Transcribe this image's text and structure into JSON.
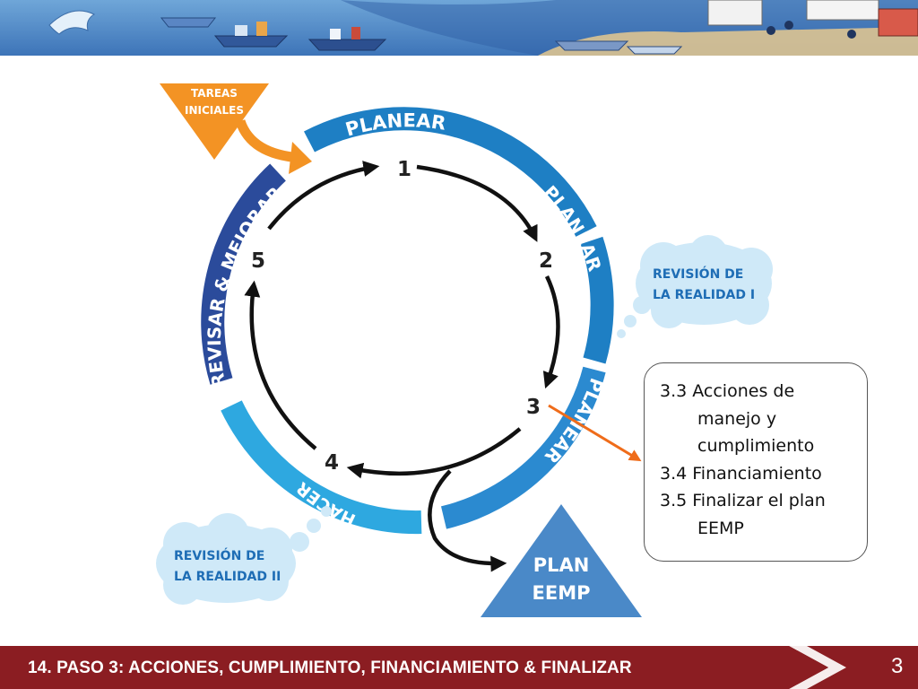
{
  "banner": {
    "illustration": "harbor-scene"
  },
  "diagram": {
    "start_task": {
      "line1": "TAREAS",
      "line2": "INICIALES",
      "color": "#f39324"
    },
    "ring_labels": {
      "planear_top": "PLANEAR",
      "planear_right": "PLANEAR",
      "planear_lower": "PLANEAR",
      "hacer": "HACER",
      "revisar": "REVISAR & MEJORAR"
    },
    "steps": [
      "1",
      "2",
      "3",
      "4",
      "5"
    ],
    "cloud_right": {
      "line1": "REVISIÓN DE",
      "line2": "LA REALIDAD I"
    },
    "cloud_left": {
      "line1": "REVISIÓN DE",
      "line2": "LA REALIDAD II"
    },
    "output": {
      "line1": "PLAN",
      "line2": "EEMP"
    },
    "colors": {
      "planear": "#1e7fc4",
      "hacer": "#2ea8e0",
      "revisar": "#2b4b9b",
      "cloud": "#cfe9f8",
      "arrow": "#111111",
      "pointer": "#ef6c1a"
    }
  },
  "info_box": {
    "items": [
      {
        "head": "3.3 Acciones de",
        "cont": [
          "manejo y",
          "cumplimiento"
        ]
      },
      {
        "head": "3.4 Financiamiento",
        "cont": []
      },
      {
        "head": "3.5 Finalizar el plan",
        "cont": [
          "EEMP"
        ]
      }
    ]
  },
  "footer": {
    "title": "14. PASO 3: ACCIONES, CUMPLIMIENTO, FINANCIAMIENTO & FINALIZAR",
    "page_number": "3",
    "color": "#8b1d22"
  }
}
